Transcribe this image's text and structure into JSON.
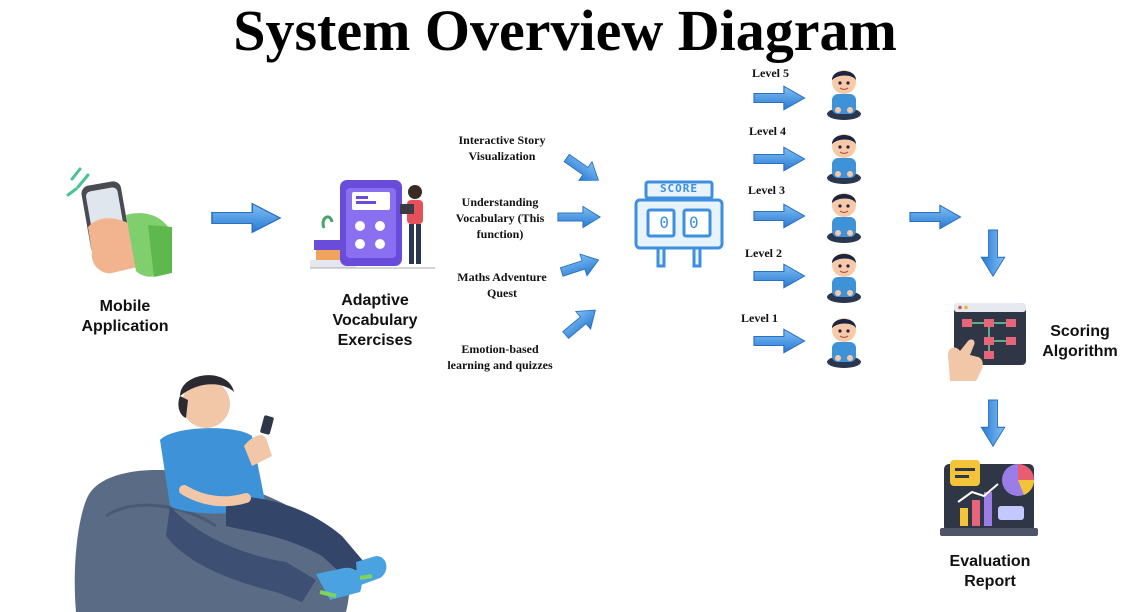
{
  "title": "System Overview Diagram",
  "nodes": {
    "mobile_app": "Mobile\nApplication",
    "adaptive": "Adaptive\nVocabulary\nExercises",
    "scoring": "Scoring\nAlgorithm",
    "evaluation": "Evaluation\nReport",
    "score_sign": "SCORE",
    "score_digits": "00"
  },
  "activities": [
    "Interactive Story\nVisualization",
    "Understanding\nVocabulary (This\nfunction)",
    "Maths Adventure\nQuest",
    "Emotion-based\nlearning and quizzes"
  ],
  "levels": [
    "Level 5",
    "Level 4",
    "Level 3",
    "Level 2",
    "Level 1"
  ],
  "icons": {
    "phone_hand": "hand-holding-phone-icon",
    "tablet": "tablet-app-icon",
    "scoreboard": "scoreboard-icon",
    "child": "child-avatar-icon",
    "algorithm": "flowchart-screen-icon",
    "report": "chart-report-icon",
    "person": "person-on-beanbag-illustration"
  },
  "colors": {
    "arrow": "#3d8fe0",
    "scoreboard": "#3d8fe0",
    "tablet": "#6a4cdb",
    "shirt": "#3e93d8"
  }
}
